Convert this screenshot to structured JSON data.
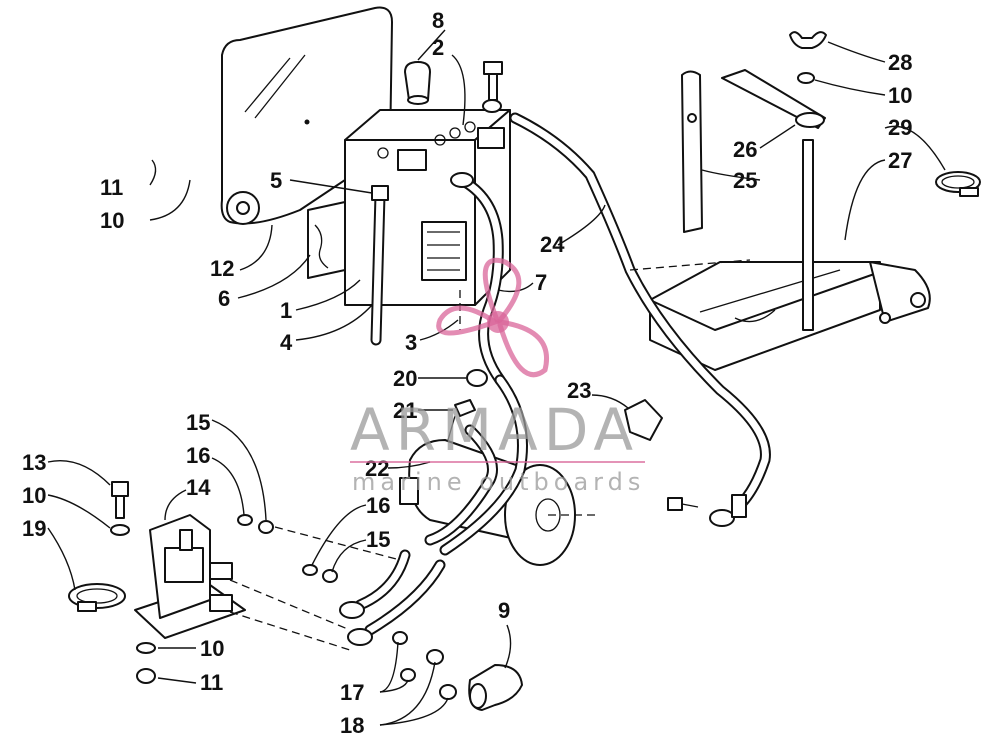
{
  "diagram": {
    "callouts": {
      "p1": "1",
      "p2": "2",
      "p3": "3",
      "p4": "4",
      "p5": "5",
      "p6": "6",
      "p7": "7",
      "p8": "8",
      "p9": "9",
      "p10a": "10",
      "p10b": "10",
      "p10c": "10",
      "p10d": "10",
      "p11a": "11",
      "p11b": "11",
      "p12": "12",
      "p13": "13",
      "p14": "14",
      "p15a": "15",
      "p15b": "15",
      "p16a": "16",
      "p16b": "16",
      "p17": "17",
      "p18": "18",
      "p19": "19",
      "p20": "20",
      "p21": "21",
      "p22": "22",
      "p23": "23",
      "p24": "24",
      "p25": "25",
      "p26": "26",
      "p27": "27",
      "p28": "28",
      "p29": "29"
    }
  },
  "watermark": {
    "brand": "ARMADA",
    "tagline": "marine outboards",
    "logo_color": "#d9669a"
  }
}
